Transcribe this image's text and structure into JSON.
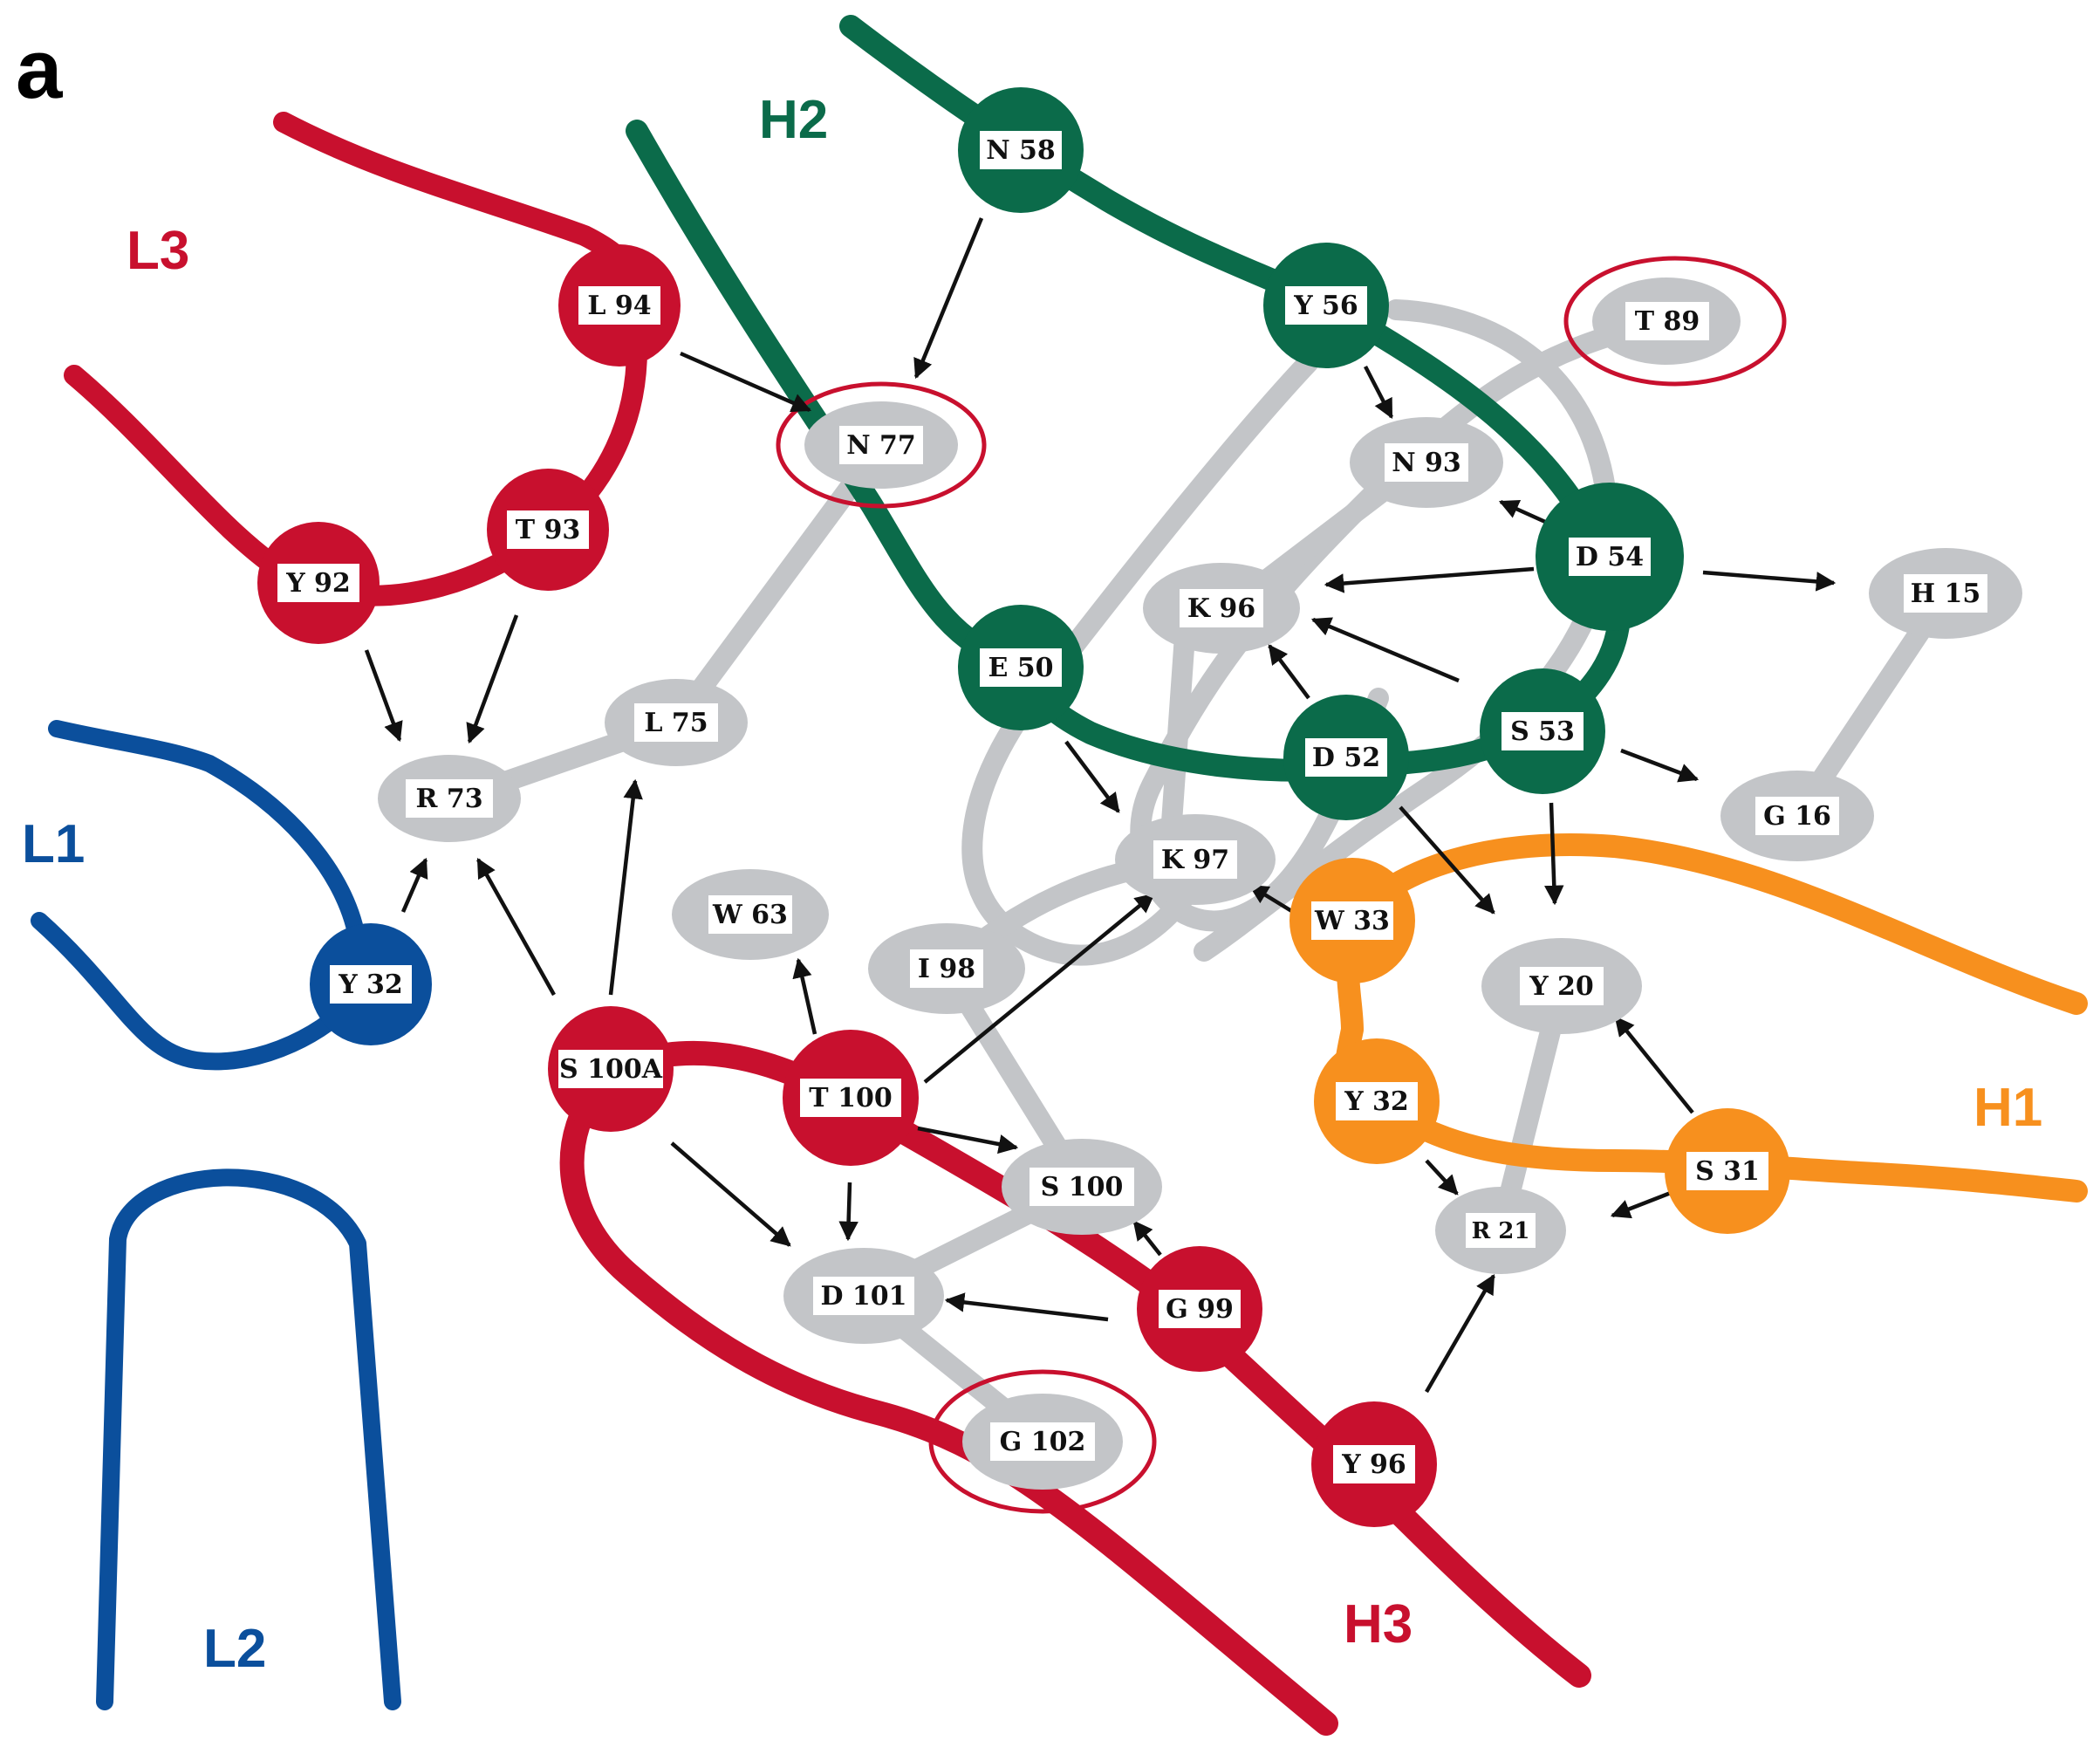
{
  "panel_label": "a",
  "colors": {
    "red": "#c8102e",
    "green": "#0b6b4a",
    "blue": "#0b4f9c",
    "orange": "#f7901e",
    "gray": "#c3c5c8",
    "label_bg": "#ffffff",
    "arrow": "#111111"
  },
  "chain_labels": {
    "L3": "L3",
    "L1": "L1",
    "L2": "L2",
    "H2": "H2",
    "H1": "H1",
    "H3": "H3"
  },
  "nodes": {
    "L94": "L 94",
    "T93": "T 93",
    "Y92": "Y 92",
    "Y32L": "Y 32",
    "N58": "N 58",
    "Y56": "Y 56",
    "E50": "E 50",
    "D52": "D 52",
    "S53": "S 53",
    "D54": "D 54",
    "W33": "W 33",
    "Y32H": "Y 32",
    "S31": "S 31",
    "S100A": "S 100A",
    "T100": "T 100",
    "G99": "G 99",
    "Y96": "Y 96",
    "R73": "R 73",
    "L75": "L 75",
    "N77": "N 77",
    "T89": "T 89",
    "N93": "N 93",
    "K96": "K 96",
    "H15": "H 15",
    "G16": "G 16",
    "K97": "K 97",
    "W63": "W 63",
    "I98": "I 98",
    "S100": "S 100",
    "D101": "D 101",
    "G102": "G 102",
    "Y20": "Y 20",
    "R21": "R 21"
  }
}
